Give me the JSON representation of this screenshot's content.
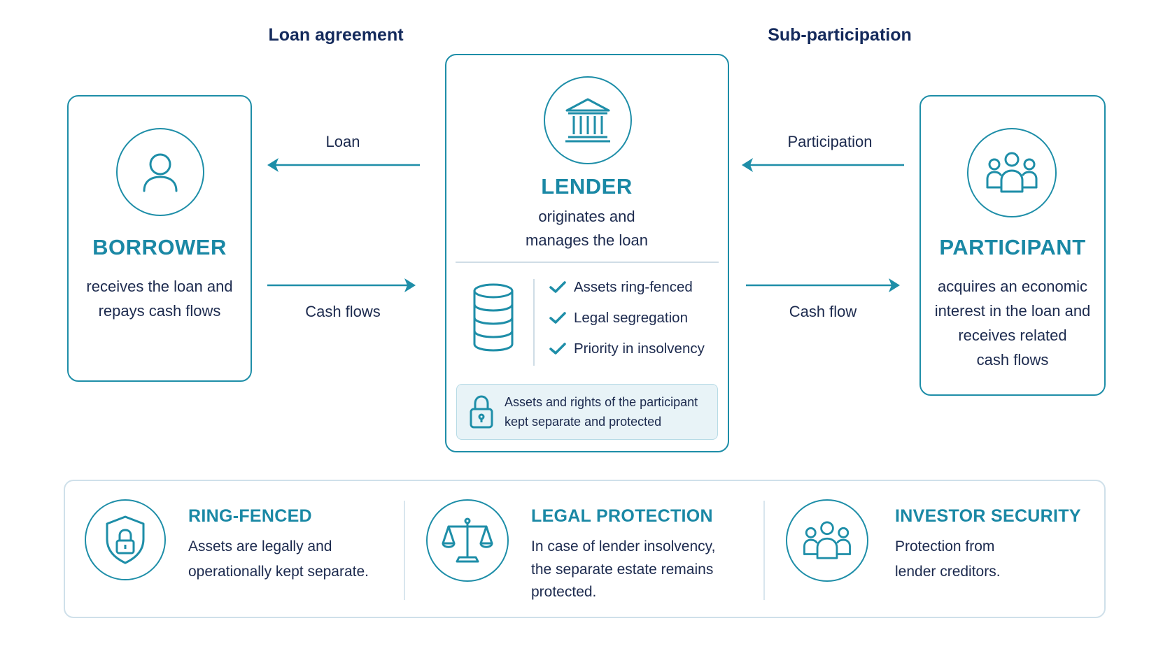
{
  "headers": {
    "loan_agreement": "Loan agreement",
    "sub_participation": "Sub-participation"
  },
  "borrower": {
    "title": "BORROWER",
    "desc_line1": "receives the loan and",
    "desc_line2": "repays cash flows",
    "icon": "person-icon"
  },
  "lender": {
    "title": "LENDER",
    "desc_line1": "originates and",
    "desc_line2": "manages the loan",
    "icon": "bank-icon",
    "checks": [
      "Assets ring-fenced",
      "Legal segregation",
      "Priority in insolvency"
    ],
    "note_line1": "Assets and rights of the participant",
    "note_line2": "kept separate and protected"
  },
  "participant": {
    "title": "PARTICIPANT",
    "desc_line1": "acquires an economic",
    "desc_line2": "interest in the loan and",
    "desc_line3": "receives related",
    "desc_line4": "cash flows",
    "icon": "group-icon"
  },
  "arrows": {
    "loan": "Loan",
    "cash_flows": "Cash flows",
    "participation": "Participation",
    "cash_flow": "Cash flow"
  },
  "features": [
    {
      "title": "RING-FENCED",
      "line1": "Assets are legally and",
      "line2": "operationally kept separate.",
      "line3": "",
      "icon": "shield-lock-icon"
    },
    {
      "title": "LEGAL PROTECTION",
      "line1": "In case of lender insolvency,",
      "line2": "the separate estate remains",
      "line3": "protected.",
      "icon": "scales-icon"
    },
    {
      "title": "INVESTOR SECURITY",
      "line1": "Protection from",
      "line2": "lender creditors.",
      "line3": "",
      "icon": "group-icon"
    }
  ],
  "colors": {
    "accent": "#1a88a5",
    "stroke": "#1e8ea8",
    "heading": "#142a5c",
    "text": "#1c2a4e",
    "note_bg": "#e8f3f7"
  }
}
